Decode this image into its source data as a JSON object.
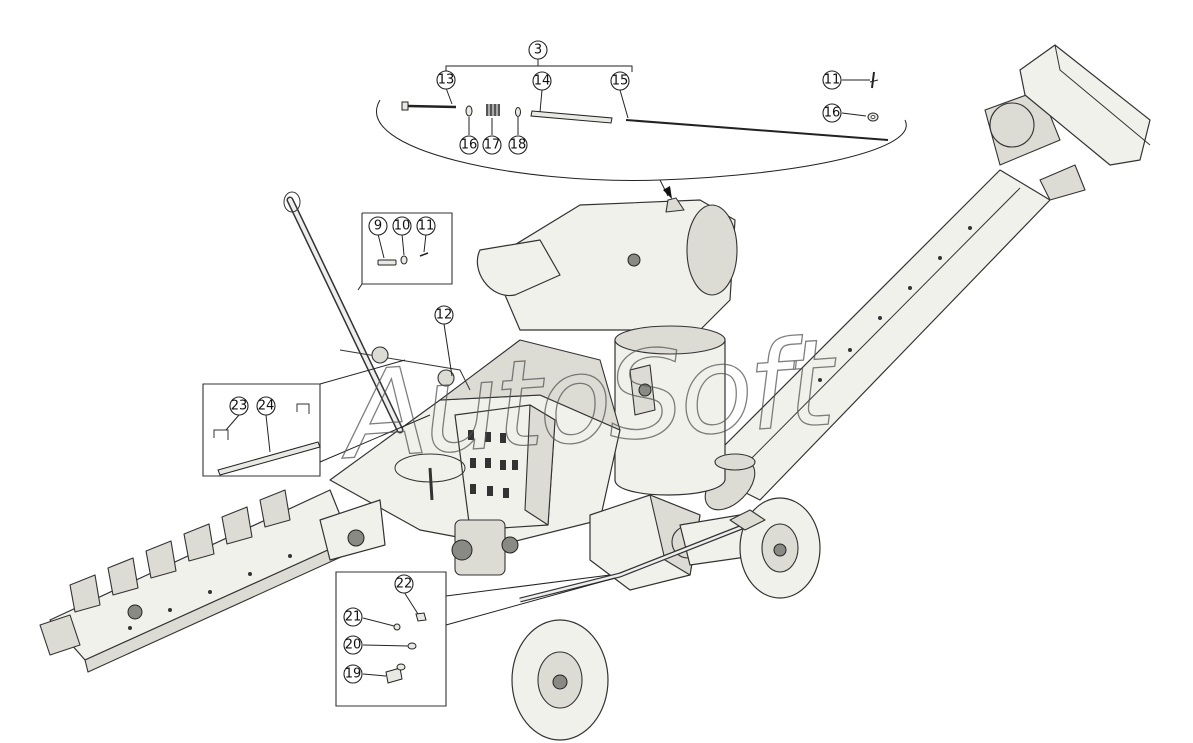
{
  "watermark": "AutoSoft",
  "callouts": [
    {
      "id": "c3",
      "label": "3"
    },
    {
      "id": "c13",
      "label": "13"
    },
    {
      "id": "c14",
      "label": "14"
    },
    {
      "id": "c15",
      "label": "15"
    },
    {
      "id": "c11a",
      "label": "11"
    },
    {
      "id": "c16a",
      "label": "16"
    },
    {
      "id": "c16b",
      "label": "16"
    },
    {
      "id": "c17",
      "label": "17"
    },
    {
      "id": "c18",
      "label": "18"
    },
    {
      "id": "c9",
      "label": "9"
    },
    {
      "id": "c10",
      "label": "10"
    },
    {
      "id": "c11b",
      "label": "11"
    },
    {
      "id": "c12",
      "label": "12"
    },
    {
      "id": "c23",
      "label": "23"
    },
    {
      "id": "c24",
      "label": "24"
    },
    {
      "id": "c22",
      "label": "22"
    },
    {
      "id": "c21",
      "label": "21"
    },
    {
      "id": "c20",
      "label": "20"
    },
    {
      "id": "c19",
      "label": "19"
    }
  ]
}
